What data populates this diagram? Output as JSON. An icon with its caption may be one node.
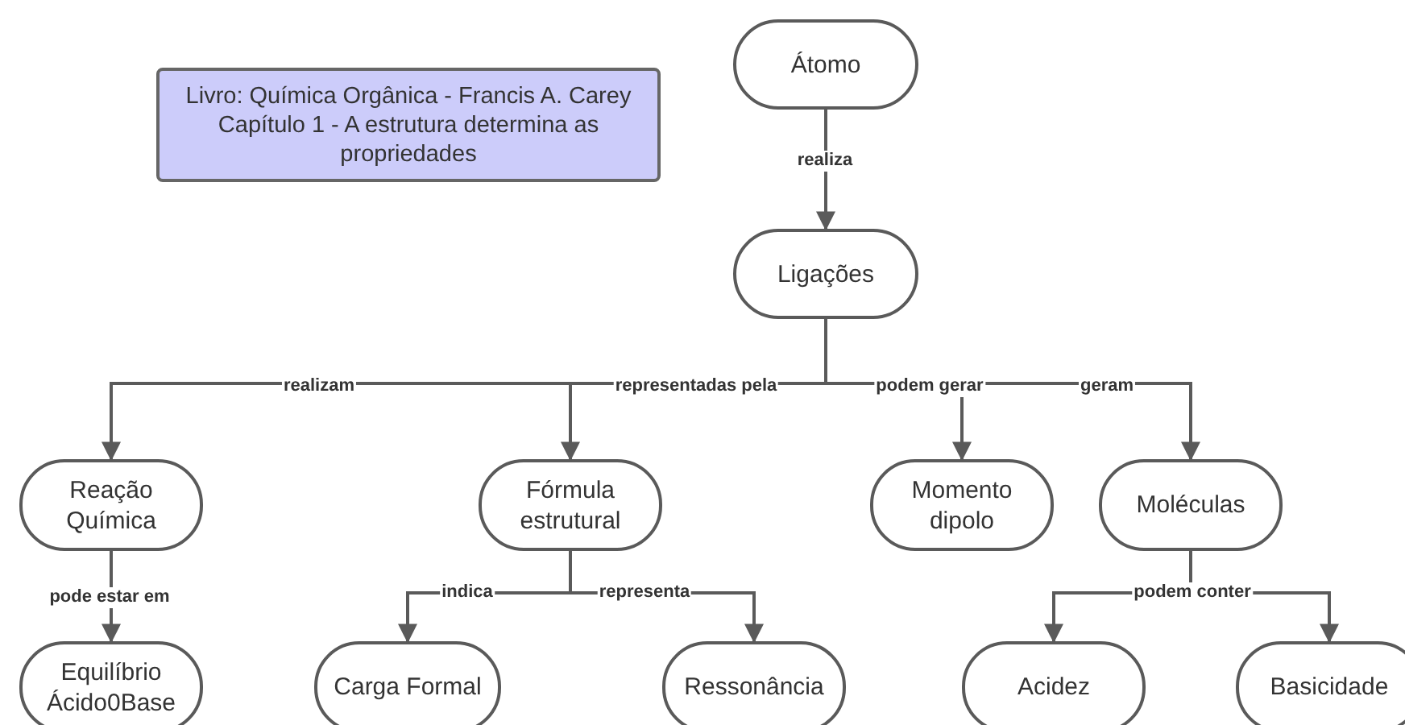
{
  "diagram": {
    "nodes": [
      {
        "text": [
          "Livro: Química Orgânica - Francis A. Carey",
          "Capítulo 1 - A estrutura determina as propriedades"
        ]
      },
      {
        "text": [
          "Átomo"
        ]
      },
      {
        "text": [
          "Ligações"
        ]
      },
      {
        "text": [
          "Reação Química"
        ]
      },
      {
        "text": [
          "Fórmula estrutural"
        ]
      },
      {
        "text": [
          "Momento dipolo"
        ]
      },
      {
        "text": [
          "Moléculas"
        ]
      },
      {
        "text": [
          "Equilíbrio Ácido0Base"
        ]
      },
      {
        "text": [
          "Carga Formal"
        ]
      },
      {
        "text": [
          "Ressonância"
        ]
      },
      {
        "text": [
          "Acidez"
        ]
      },
      {
        "text": [
          "Basicidade"
        ]
      }
    ],
    "edges": [
      {
        "from": 1,
        "to": 2,
        "arrow": "to",
        "label": "realiza"
      },
      {
        "from": 2,
        "to": 3,
        "arrow": "to",
        "label": "realizam"
      },
      {
        "from": 2,
        "to": 4,
        "arrow": "to",
        "label": "representadas pela"
      },
      {
        "from": 2,
        "to": 5,
        "arrow": "to",
        "label": "podem gerar"
      },
      {
        "from": 2,
        "to": 6,
        "arrow": "to",
        "label": "geram"
      },
      {
        "from": 3,
        "to": 7,
        "arrow": "to",
        "label": "pode estar em"
      },
      {
        "from": 4,
        "to": 8,
        "arrow": "to",
        "label": "indica"
      },
      {
        "from": 4,
        "to": 9,
        "arrow": "to",
        "label": "representa"
      },
      {
        "from": 6,
        "to": 10,
        "arrow": "to",
        "label": "podem conter"
      },
      {
        "from": 6,
        "to": 11,
        "arrow": "to"
      }
    ]
  }
}
